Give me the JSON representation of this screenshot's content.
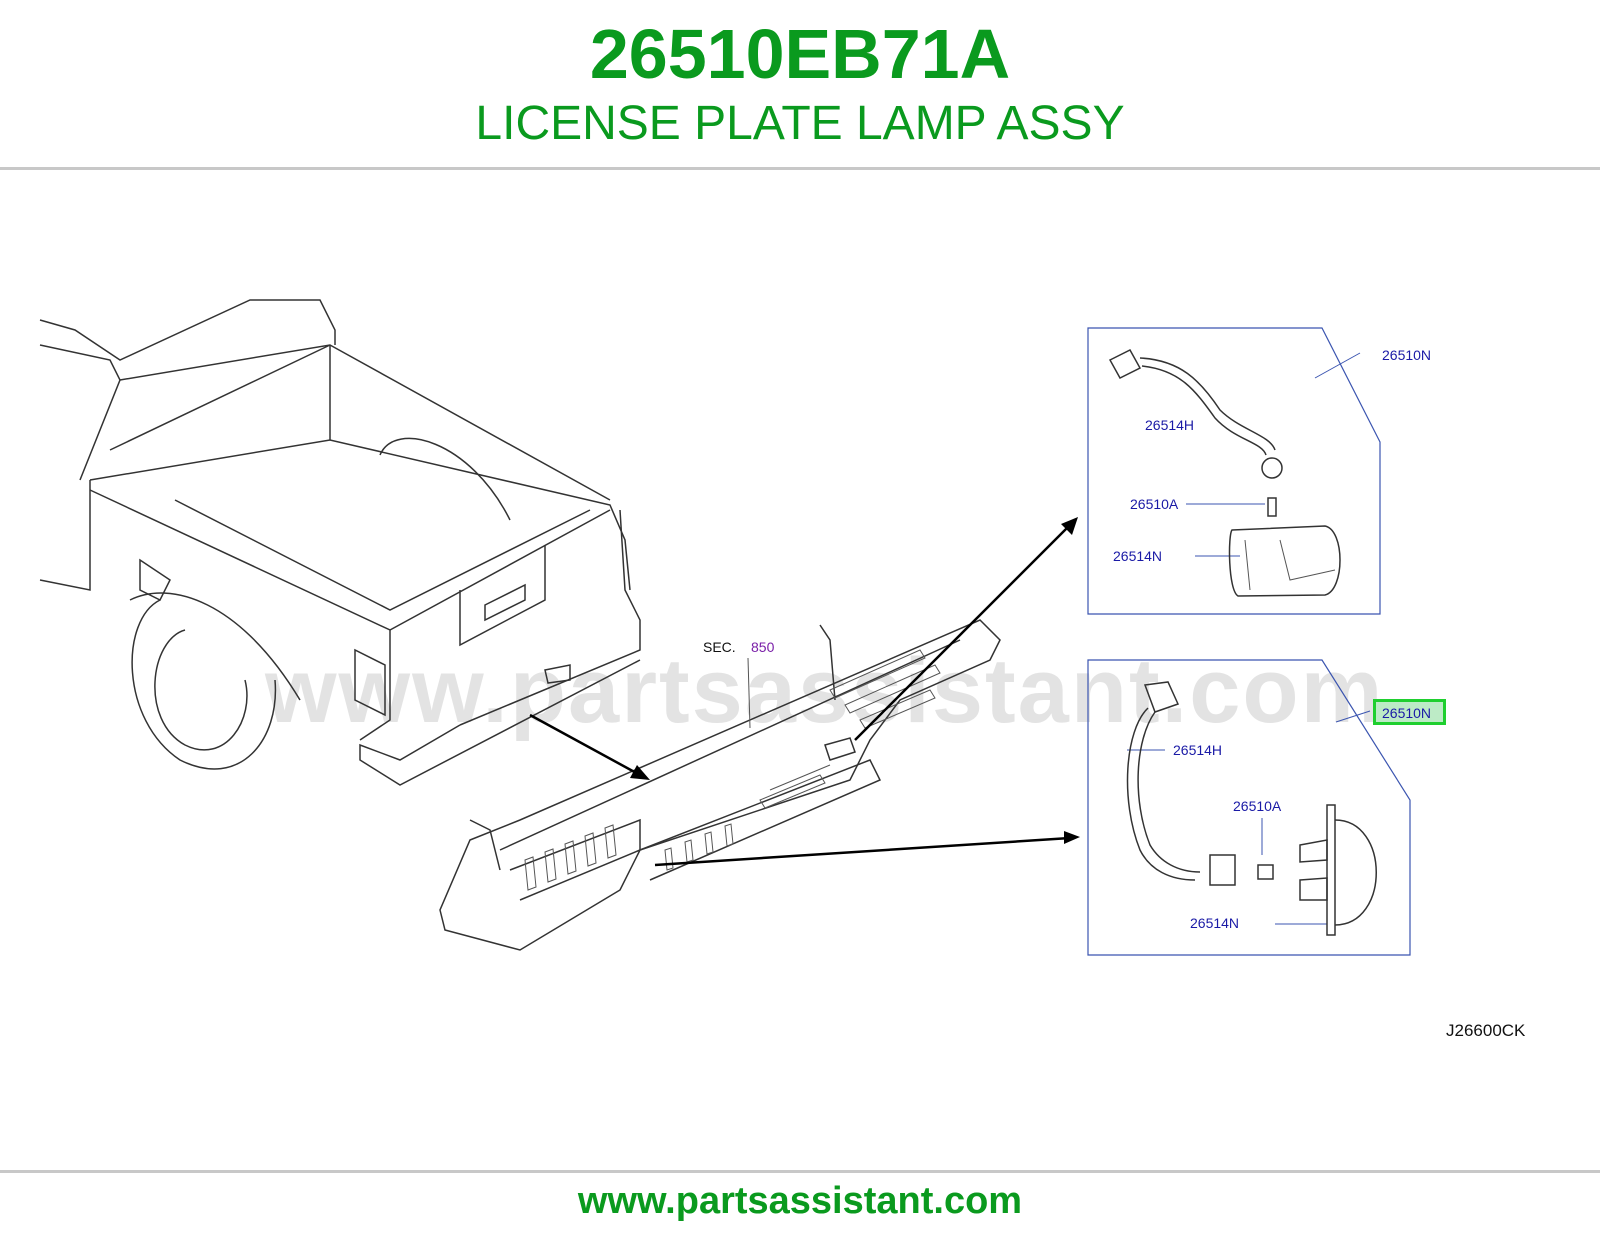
{
  "header": {
    "part_number": "26510EB71A",
    "part_name": "LICENSE PLATE LAMP ASSY"
  },
  "diagram": {
    "section_label": "SEC.",
    "section_number": "850",
    "reference_code": "J26600CK",
    "watermark": "www.partsassistant.com",
    "detail_upper": {
      "callouts": [
        "26510N",
        "26514H",
        "26510A",
        "26514N"
      ]
    },
    "detail_lower": {
      "callouts": [
        "26510N",
        "26514H",
        "26510A",
        "26514N"
      ],
      "highlighted": "26510N"
    }
  },
  "colors": {
    "brand_green": "#0a9a1e",
    "callout_blue": "#1a1aa6",
    "highlight_box": "#1fcf2f"
  },
  "footer": {
    "url": "www.partsassistant.com"
  }
}
